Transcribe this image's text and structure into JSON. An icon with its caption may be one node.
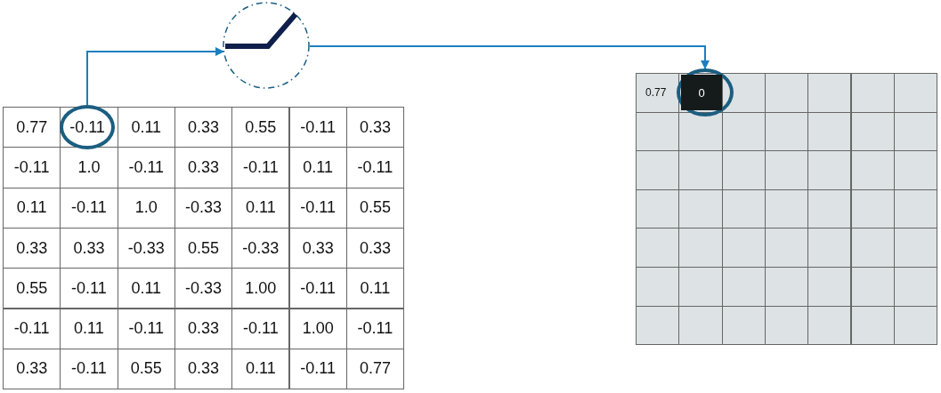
{
  "diagram": {
    "nodes": [
      {
        "text": [
          "-0.11"
        ]
      },
      {
        "text": [],
        "shape": "circle"
      },
      {
        "text": [
          "0"
        ]
      }
    ],
    "edges": [
      {
        "from": 0,
        "to": 1,
        "arrow": "to"
      },
      {
        "from": 1,
        "to": 2,
        "arrow": "to"
      }
    ],
    "labels": [
      "0.77",
      "0.11",
      "0.33",
      "0.55",
      "-0.11",
      "0.33",
      "-0.11",
      "1.0",
      "-0.11",
      "0.33",
      "-0.11",
      "0.11",
      "-0.11",
      "0.11",
      "-0.11",
      "1.0",
      "-0.33",
      "0.11",
      "-0.11",
      "0.55",
      "0.33",
      "0.33",
      "-0.33",
      "0.55",
      "-0.33",
      "0.33",
      "0.33",
      "0.55",
      "-0.11",
      "0.11",
      "-0.33",
      "1.00",
      "-0.11",
      "0.11",
      "-0.11",
      "0.11",
      "-0.11",
      "0.33",
      "-0.11",
      "1.00",
      "-0.11",
      "0.33",
      "-0.11",
      "0.55",
      "0.33",
      "0.11",
      "-0.11",
      "0.77",
      "0.77"
    ]
  }
}
